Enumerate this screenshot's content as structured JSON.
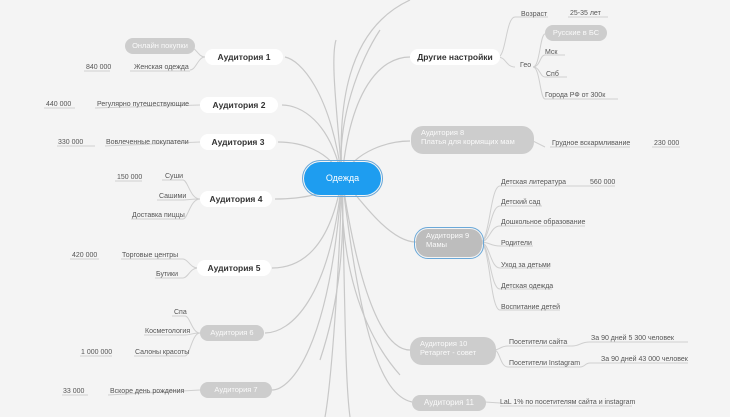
{
  "central_topic": "Одежда",
  "left": {
    "aud1": {
      "title": "Аудитория 1",
      "online": "Онлайн покупки",
      "women": "Женская одежда",
      "women_value": "840 000"
    },
    "aud2": {
      "title": "Аудитория 2",
      "label": "Регулярно путешествующие",
      "value": "440 000"
    },
    "aud3": {
      "title": "Аудитория 3",
      "label": "Вовлеченные покупатели",
      "value": "330 000"
    },
    "aud4": {
      "title": "Аудитория 4",
      "items": [
        "Суши",
        "Сашими",
        "Доставка пиццы"
      ],
      "sushi_value": "150 000"
    },
    "aud5": {
      "title": "Аудитория 5",
      "items": [
        "Торговые центры",
        "Бутики"
      ],
      "value": "420 000"
    },
    "aud6": {
      "title": "Аудитория 6",
      "items": [
        "Спа",
        "Косметология",
        "Салоны красоты"
      ],
      "value": "1 000 000"
    },
    "aud7": {
      "title": "Аудитория 7",
      "label": "Вскоре день рождения",
      "value": "33 000"
    }
  },
  "right": {
    "other": {
      "title": "Другие настройки",
      "age_label": "Возраст",
      "age_value": "25-35 лет",
      "geo_label": "Гео",
      "geo_tag": "Русские в БС",
      "geo_items": [
        "Мск",
        "Спб",
        "Города РФ от 300к"
      ]
    },
    "aud8": {
      "line1": "Аудитория 8",
      "line2": "Платья для кормящих мам",
      "label": "Грудное вскармливание",
      "value": "230 000"
    },
    "aud9": {
      "line1": "Аудитория 9",
      "line2": "Мамы",
      "items": [
        "Детская литература",
        "Детский сад",
        "Дошкольное образование",
        "Родители",
        "Уход за детьми",
        "Детская одежда",
        "Воспитание детей"
      ],
      "lit_value": "560 000"
    },
    "aud10": {
      "line1": "Аудитория 10",
      "line2": "Ретаргет - совет",
      "items": [
        "Посетители сайта",
        "Посетители Instagram"
      ],
      "details": [
        "За 90 дней 5 300 человек",
        "За 90 дней 43 000 человек"
      ]
    },
    "aud11": {
      "title": "Аудитория 11",
      "label": "LaL 1% по посетителям сайта и instagram"
    }
  }
}
